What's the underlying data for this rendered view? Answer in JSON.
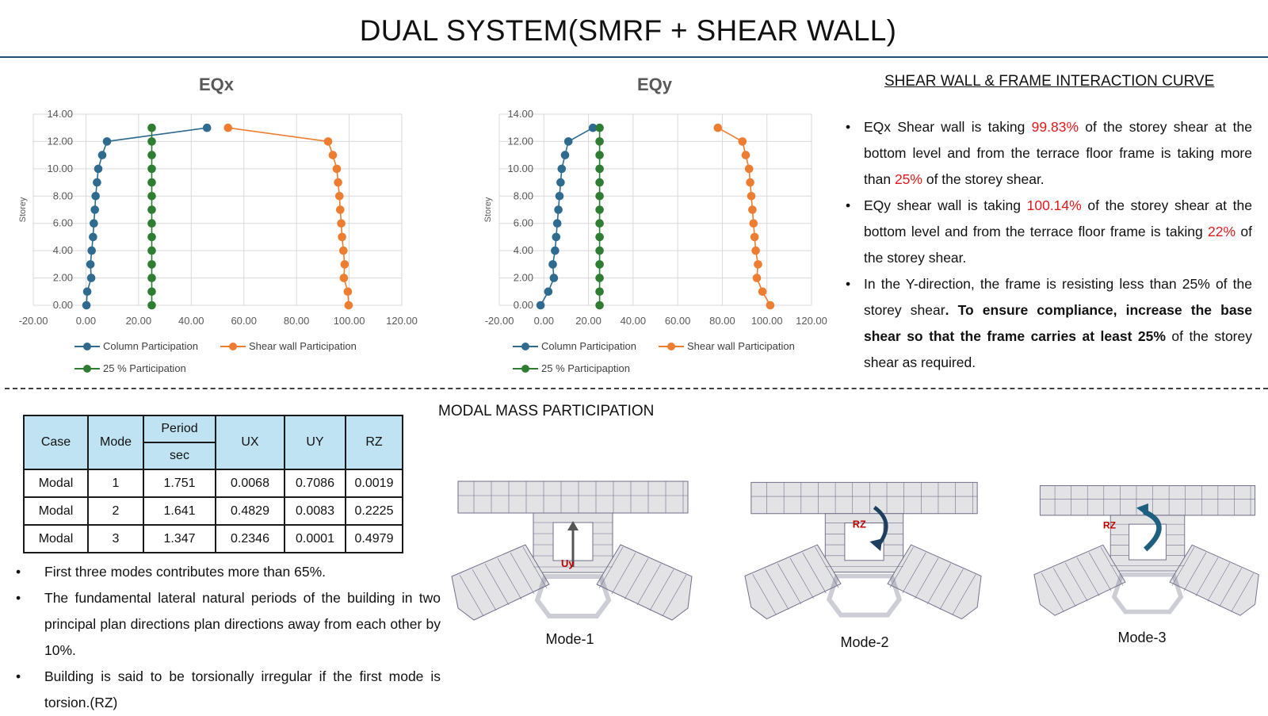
{
  "page_title": "DUAL SYSTEM(SMRF + SHEAR WALL)",
  "colors": {
    "column": "#2e6b8f",
    "shear_wall": "#ed7d31",
    "participation_25": "#2e7d32",
    "accent_rule": "#1f4e79",
    "highlight": "#e0191c",
    "table_header": "#bfe3f2"
  },
  "chart_data": [
    {
      "type": "scatter",
      "title": "EQx",
      "xlabel": "",
      "ylabel": "Storey",
      "xlim": [
        -20,
        120
      ],
      "ylim": [
        0,
        14
      ],
      "x_ticks": [
        "-20.00",
        "0.00",
        "20.00",
        "40.00",
        "60.00",
        "80.00",
        "100.00",
        "120.00"
      ],
      "y_ticks": [
        "0.00",
        "2.00",
        "4.00",
        "6.00",
        "8.00",
        "10.00",
        "12.00",
        "14.00"
      ],
      "grid": true,
      "legend_position": "bottom",
      "series": [
        {
          "name": "Column Participation",
          "color": "#2e6b8f",
          "points": [
            [
              0.2,
              0
            ],
            [
              0.5,
              1
            ],
            [
              2.0,
              2
            ],
            [
              1.7,
              3
            ],
            [
              2.2,
              4
            ],
            [
              2.7,
              5
            ],
            [
              3.0,
              6
            ],
            [
              3.4,
              7
            ],
            [
              3.7,
              8
            ],
            [
              4.2,
              9
            ],
            [
              4.7,
              10
            ],
            [
              6.2,
              11
            ],
            [
              8.0,
              12
            ],
            [
              46.0,
              13
            ]
          ]
        },
        {
          "name": "Shear wall Participation",
          "color": "#ed7d31",
          "points": [
            [
              99.8,
              0
            ],
            [
              99.5,
              1
            ],
            [
              98.0,
              2
            ],
            [
              98.3,
              3
            ],
            [
              97.8,
              4
            ],
            [
              97.3,
              5
            ],
            [
              97.0,
              6
            ],
            [
              96.6,
              7
            ],
            [
              96.3,
              8
            ],
            [
              95.8,
              9
            ],
            [
              95.3,
              10
            ],
            [
              93.8,
              11
            ],
            [
              92.0,
              12
            ],
            [
              54.0,
              13
            ]
          ]
        },
        {
          "name": "25 % Participation",
          "color": "#2e7d32",
          "points": [
            [
              25,
              0
            ],
            [
              25,
              1
            ],
            [
              25,
              2
            ],
            [
              25,
              3
            ],
            [
              25,
              4
            ],
            [
              25,
              5
            ],
            [
              25,
              6
            ],
            [
              25,
              7
            ],
            [
              25,
              8
            ],
            [
              25,
              9
            ],
            [
              25,
              10
            ],
            [
              25,
              11
            ],
            [
              25,
              12
            ],
            [
              25,
              13
            ]
          ]
        }
      ]
    },
    {
      "type": "scatter",
      "title": "EQy",
      "xlabel": "",
      "ylabel": "Storey",
      "xlim": [
        -20,
        120
      ],
      "ylim": [
        0,
        14
      ],
      "x_ticks": [
        "-20.00",
        "0.00",
        "20.00",
        "40.00",
        "60.00",
        "80.00",
        "100.00",
        "120.00"
      ],
      "y_ticks": [
        "0.00",
        "2.00",
        "4.00",
        "6.00",
        "8.00",
        "10.00",
        "12.00",
        "14.00"
      ],
      "grid": true,
      "legend_position": "bottom",
      "series": [
        {
          "name": "Column Participation",
          "color": "#2e6b8f",
          "points": [
            [
              -1.5,
              0
            ],
            [
              2.0,
              1
            ],
            [
              4.5,
              2
            ],
            [
              4.0,
              3
            ],
            [
              5.0,
              4
            ],
            [
              5.5,
              5
            ],
            [
              6.0,
              6
            ],
            [
              6.5,
              7
            ],
            [
              7.0,
              8
            ],
            [
              7.5,
              9
            ],
            [
              8.0,
              10
            ],
            [
              9.5,
              11
            ],
            [
              11.0,
              12
            ],
            [
              22.0,
              13
            ]
          ]
        },
        {
          "name": "Shear wall Participation",
          "color": "#ed7d31",
          "points": [
            [
              101.5,
              0
            ],
            [
              98.0,
              1
            ],
            [
              95.5,
              2
            ],
            [
              96.0,
              3
            ],
            [
              95.0,
              4
            ],
            [
              94.5,
              5
            ],
            [
              94.0,
              6
            ],
            [
              93.5,
              7
            ],
            [
              93.0,
              8
            ],
            [
              92.5,
              9
            ],
            [
              92.0,
              10
            ],
            [
              90.5,
              11
            ],
            [
              89.0,
              12
            ],
            [
              78.0,
              13
            ]
          ]
        },
        {
          "name": "25 % Participaption",
          "color": "#2e7d32",
          "points": [
            [
              25,
              0
            ],
            [
              25,
              1
            ],
            [
              25,
              2
            ],
            [
              25,
              3
            ],
            [
              25,
              4
            ],
            [
              25,
              5
            ],
            [
              25,
              6
            ],
            [
              25,
              7
            ],
            [
              25,
              8
            ],
            [
              25,
              9
            ],
            [
              25,
              10
            ],
            [
              25,
              11
            ],
            [
              25,
              12
            ],
            [
              25,
              13
            ]
          ]
        }
      ]
    },
    {
      "type": "table",
      "title": "",
      "columns": [
        "Case",
        "Mode",
        "Period",
        "UX",
        "UY",
        "RZ"
      ],
      "period_unit": "sec",
      "rows": [
        [
          "Modal",
          "1",
          "1.751",
          "0.0068",
          "0.7086",
          "0.0019"
        ],
        [
          "Modal",
          "2",
          "1.641",
          "0.4829",
          "0.0083",
          "0.2225"
        ],
        [
          "Modal",
          "3",
          "1.347",
          "0.2346",
          "0.0001",
          "0.4979"
        ]
      ]
    }
  ],
  "interaction": {
    "title": "SHEAR WALL & FRAME INTERACTION CURVE",
    "b1": {
      "t1": "EQx Shear wall is taking ",
      "v1": "99.83%",
      "t2": " of the storey shear at the bottom level and from the terrace floor frame is taking more than ",
      "v2": "25%",
      "t3": " of the storey shear."
    },
    "b2": {
      "t1": "EQy shear wall is taking ",
      "v1": "100.14%",
      "t2": " of the storey shear at the bottom level and from the terrace floor frame is taking ",
      "v2": "22%",
      "t3": " of the storey shear."
    },
    "b3": {
      "t1": "In the Y-direction, the frame is resisting less than 25% of the storey shear",
      "b1": ". To ensure compliance, increase the base shear so that the frame carries at least 25%",
      "t2": " of the storey shear as required."
    }
  },
  "modal": {
    "title": "MODAL MASS PARTICIPATION",
    "notes": [
      "First three modes contributes more than 65%.",
      "The fundamental lateral natural periods of the building in two principal plan directions plan directions away from each other by 10%.",
      "Building is said to be torsionally irregular if the first mode is torsion.(RZ)"
    ],
    "modes": [
      {
        "label": "Mode-1",
        "tag": "Uy"
      },
      {
        "label": "Mode-2",
        "tag": "RZ"
      },
      {
        "label": "Mode-3",
        "tag": "RZ"
      }
    ]
  }
}
